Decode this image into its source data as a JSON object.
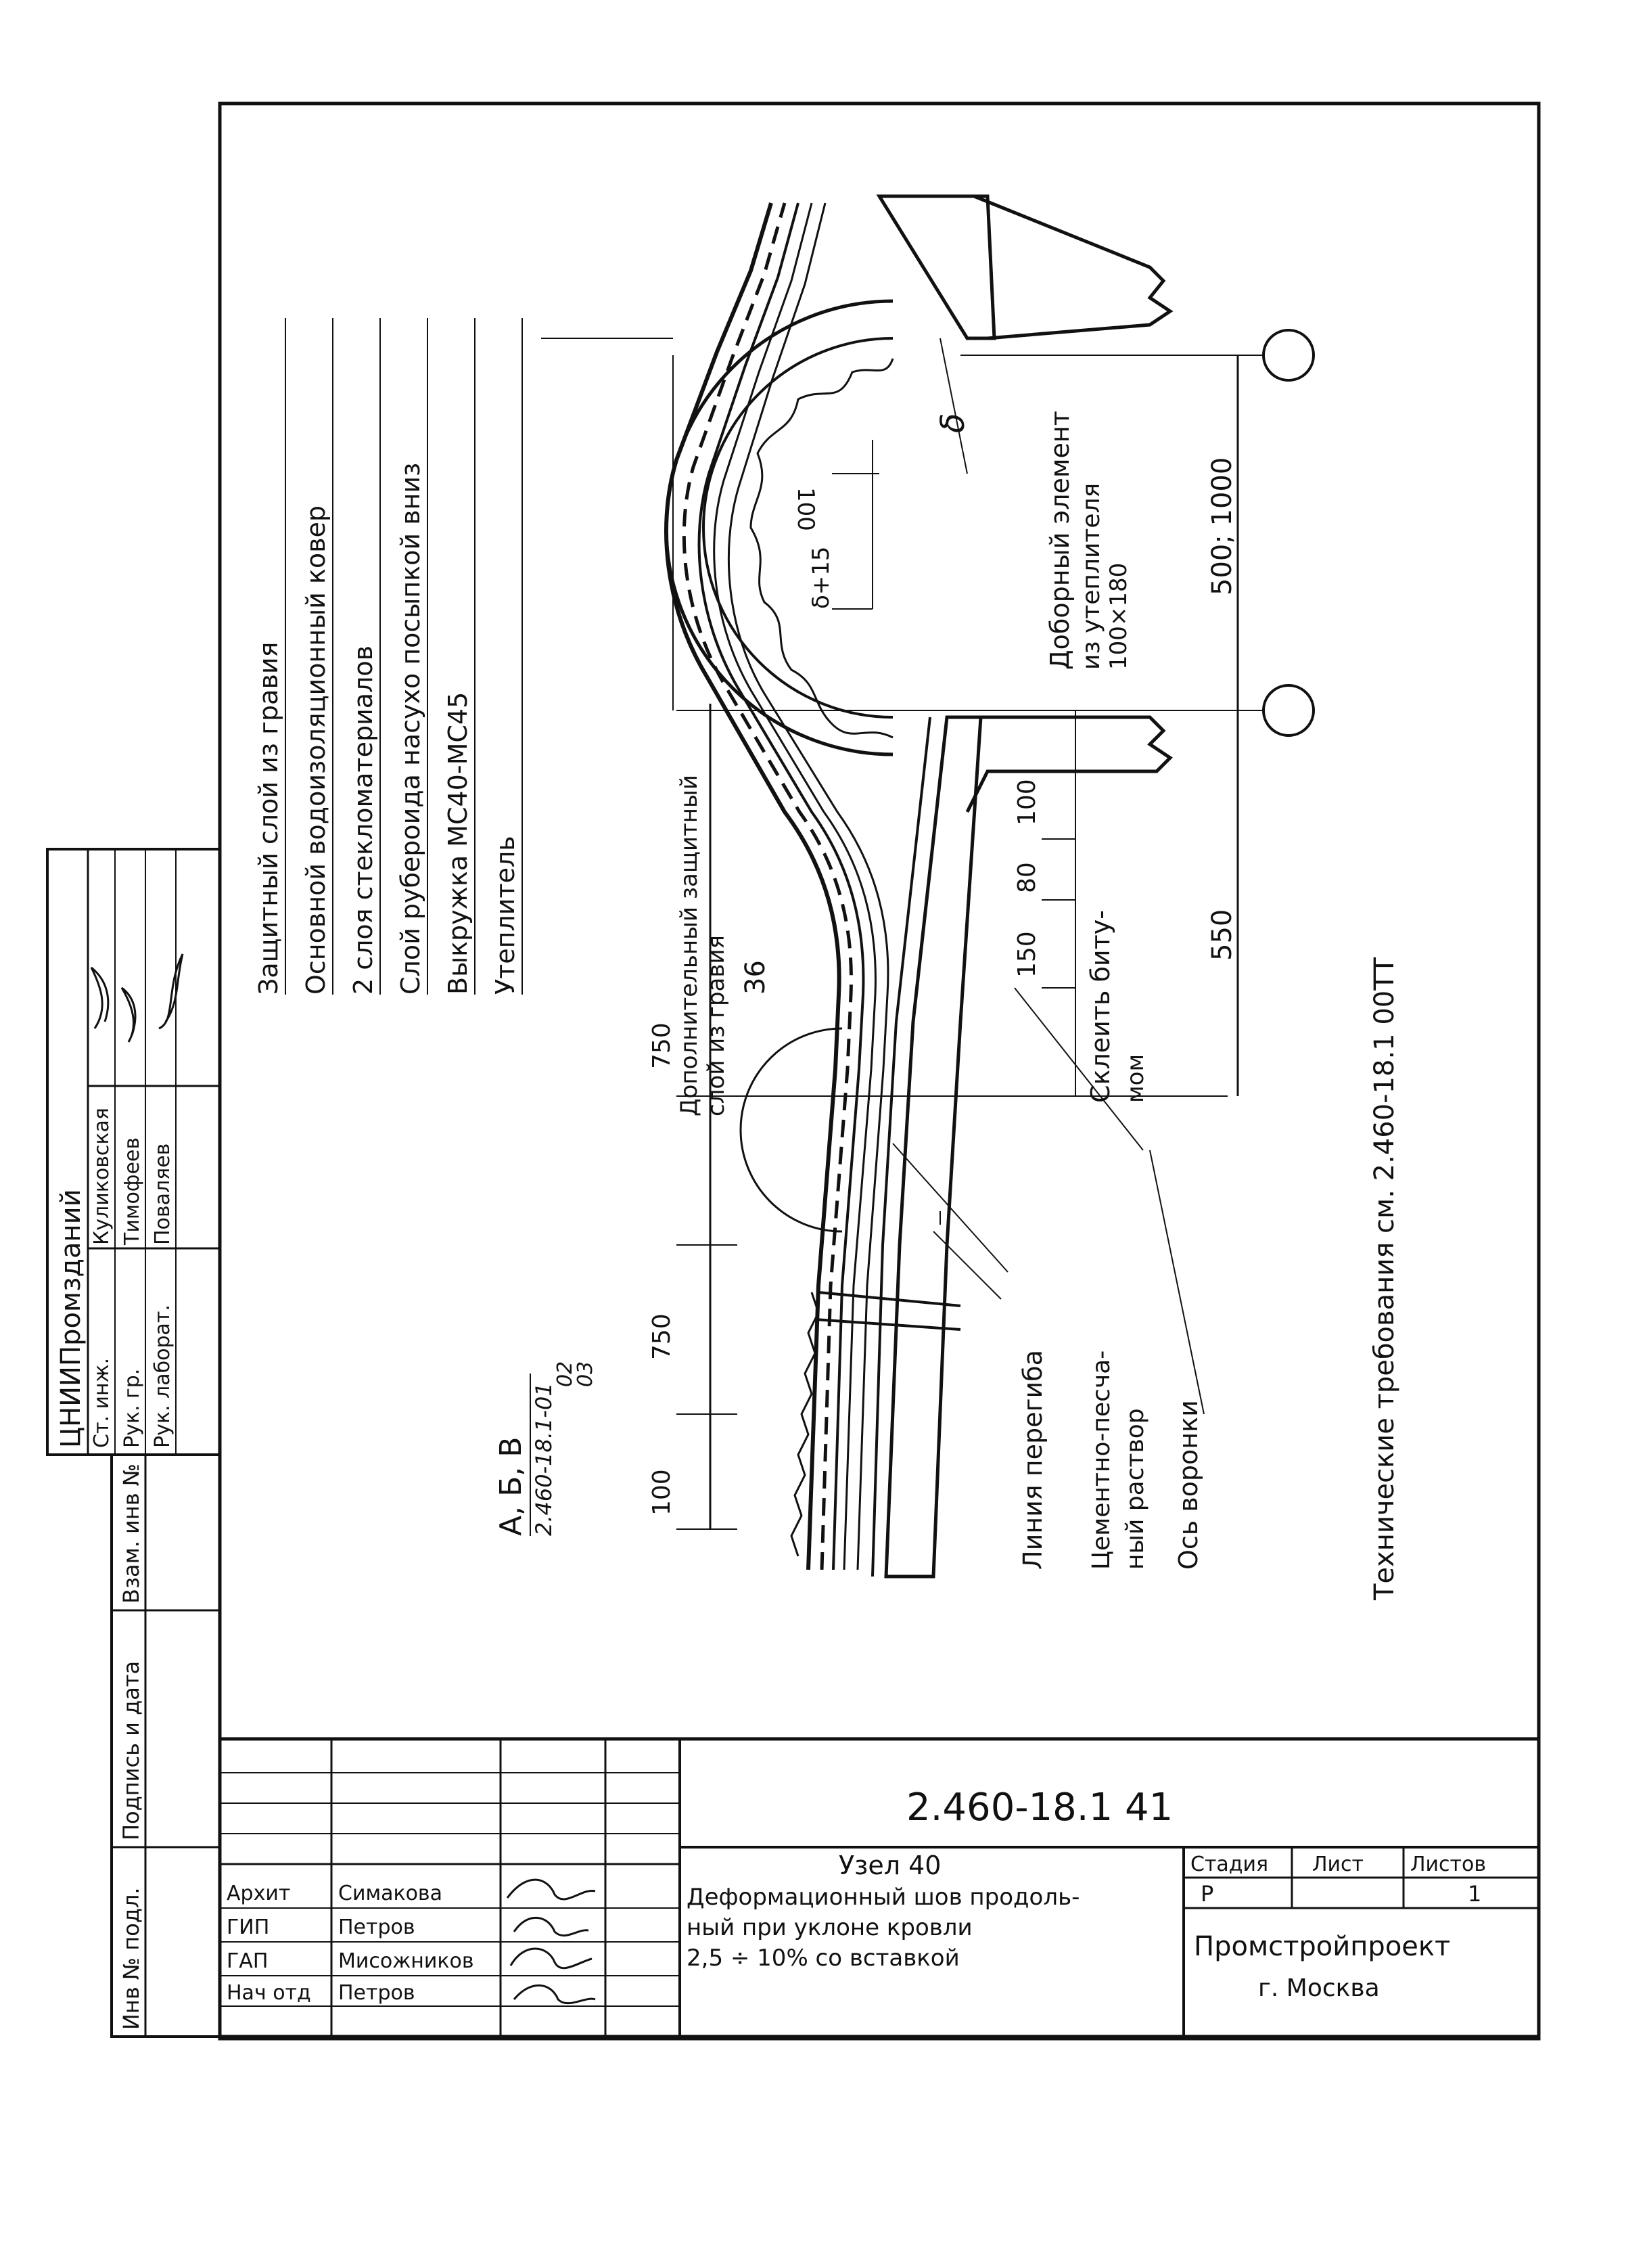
{
  "layers": [
    "Защитный слой из гравия",
    "Основной водоизоляционный ковер",
    "2 слоя стекломатериалов",
    "Слой рубероида насухо посыпкой вниз",
    "Выкружка МС40-МС45",
    "Утеплитель"
  ],
  "annotations": {
    "extra_layer_1": "Дополнительный защитный",
    "extra_layer_2": "слой из гравия",
    "bend_line": "Линия перегиба",
    "mortar_1": "Цементно-песча-",
    "mortar_2": "ный раствор",
    "funnel_axis": "Ось воронки",
    "glue_1": "Склеить биту-",
    "glue_2": "мом",
    "insert_1": "Доборный элемент",
    "insert_2": "из утеплителя",
    "insert_3": "100×180",
    "delta": "δ",
    "delta_plus": "δ+15",
    "ref_letters": "А, Б, В",
    "ref_doc": "2.460-18.1-01",
    "ref_02": "02",
    "ref_03": "03",
    "tech_req": "Технические требования см. 2.460-18.1 00ТТ"
  },
  "dimensions": {
    "d100_top": "100",
    "d750_a": "750",
    "d750_b": "750",
    "d36": "36",
    "d150": "150",
    "d80": "80",
    "d100_mid": "100",
    "d550": "550",
    "d500": "500; 1000",
    "d100_small": "100"
  },
  "approval": {
    "org": "ЦНИИПромзданий",
    "rows": [
      {
        "role": "Ст. инж.",
        "name": "Куликовская"
      },
      {
        "role": "Рук. гр.",
        "name": "Тимофеев"
      },
      {
        "role": "Рук. лаборат.",
        "name": "Поваляев"
      }
    ]
  },
  "side_stamp": [
    "Инв № подл.",
    "Подпись и дата",
    "Взам. инв №"
  ],
  "title_block": {
    "doc_code": "2.460-18.1 41",
    "title": "Узел 40",
    "desc_1": "Деформационный шов продоль-",
    "desc_2": "ный при уклоне кровли",
    "desc_3": "2,5 ÷ 10% со вставкой",
    "stage_label": "Стадия",
    "sheet_label": "Лист",
    "sheets_label": "Листов",
    "stage": "Р",
    "sheet": "",
    "sheets": "1",
    "company": "Промстройпроект",
    "city": "г. Москва",
    "staff": [
      {
        "role": "Архит",
        "name": "Симакова"
      },
      {
        "role": "ГИП",
        "name": "Петров"
      },
      {
        "role": "ГАП",
        "name": "Мисожников"
      },
      {
        "role": "Нач отд",
        "name": "Петров"
      }
    ]
  }
}
